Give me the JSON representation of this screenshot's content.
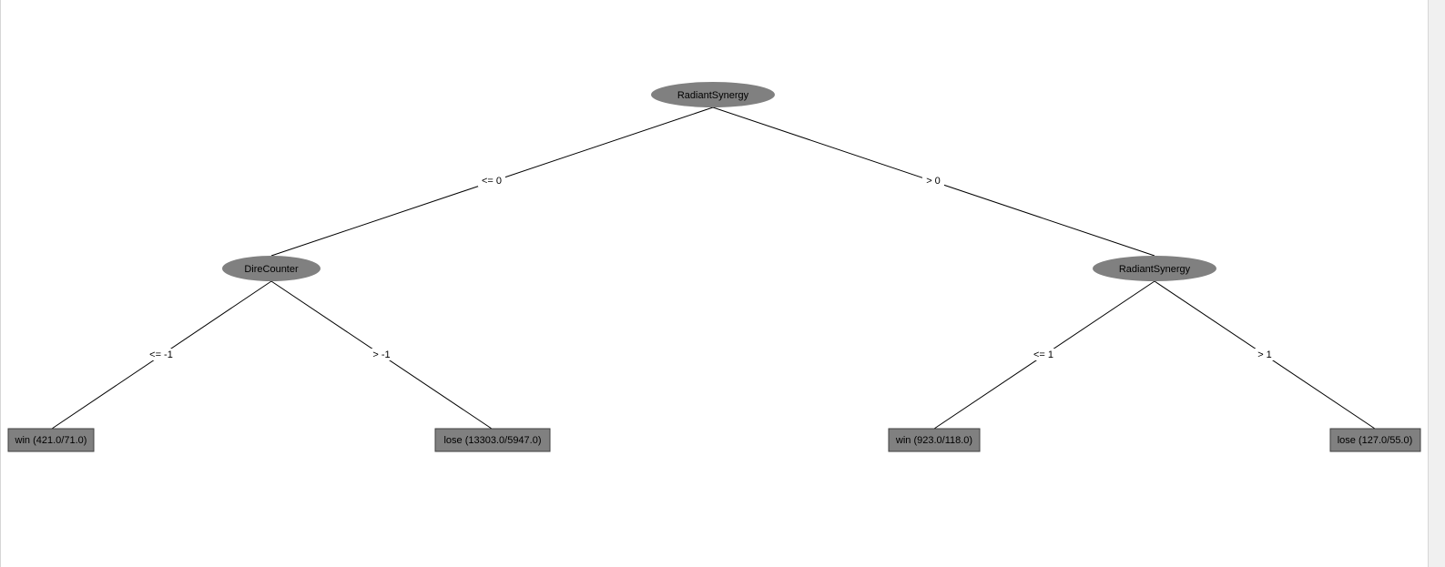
{
  "tree": {
    "nodes": [
      {
        "id": "root",
        "kind": "split",
        "label": "RadiantSynergy"
      },
      {
        "id": "left",
        "kind": "split",
        "label": "DireCounter"
      },
      {
        "id": "right",
        "kind": "split",
        "label": "RadiantSynergy"
      },
      {
        "id": "leaf1",
        "kind": "leaf",
        "label": "win (421.0/71.0)"
      },
      {
        "id": "leaf2",
        "kind": "leaf",
        "label": "lose (13303.0/5947.0)"
      },
      {
        "id": "leaf3",
        "kind": "leaf",
        "label": "win (923.0/118.0)"
      },
      {
        "id": "leaf4",
        "kind": "leaf",
        "label": "lose (127.0/55.0)"
      }
    ],
    "edges": [
      {
        "from": "root",
        "to": "left",
        "label": "<= 0"
      },
      {
        "from": "root",
        "to": "right",
        "label": "> 0"
      },
      {
        "from": "left",
        "to": "leaf1",
        "label": "<= -1"
      },
      {
        "from": "left",
        "to": "leaf2",
        "label": "> -1"
      },
      {
        "from": "right",
        "to": "leaf3",
        "label": "<= 1"
      },
      {
        "from": "right",
        "to": "leaf4",
        "label": "> 1"
      }
    ]
  },
  "colors": {
    "node_fill": "#808080",
    "leaf_fill": "#808080",
    "edge": "#000000",
    "background": "#ffffff"
  }
}
